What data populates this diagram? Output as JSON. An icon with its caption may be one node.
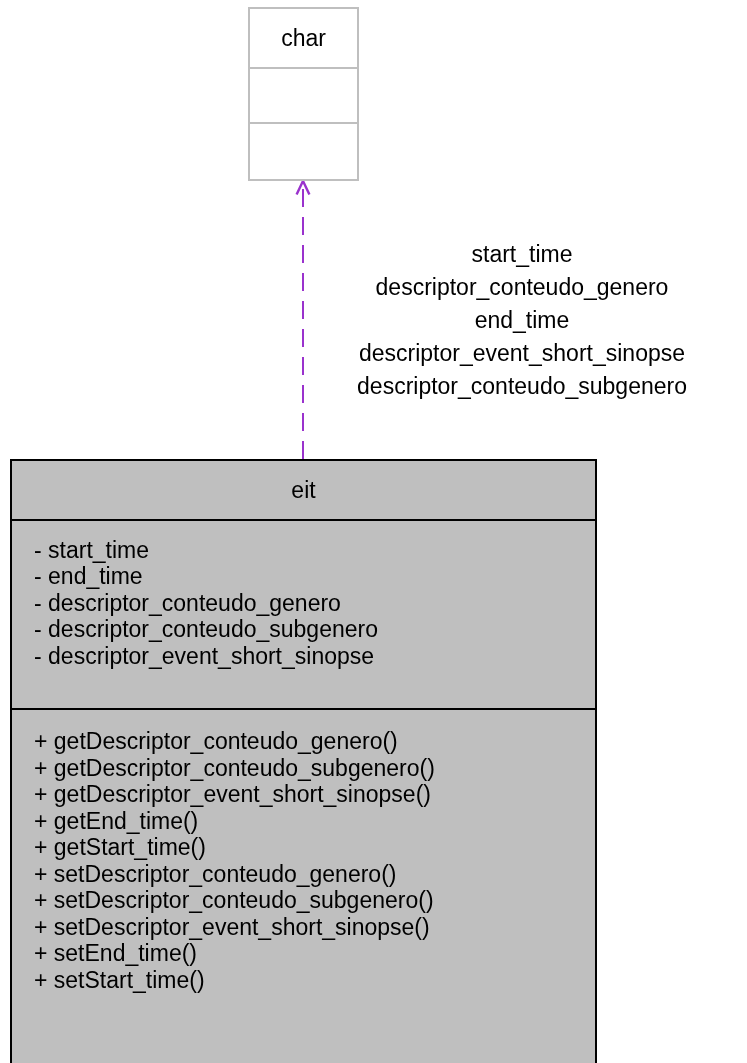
{
  "diagram": {
    "nodes": [
      {
        "text": [
          "char"
        ]
      },
      {
        "text": [
          "eit",
          "- start_time",
          "- end_time",
          "- descriptor_conteudo_genero",
          "- descriptor_conteudo_subgenero",
          "- descriptor_event_short_sinopse",
          "+ getDescriptor_conteudo_genero()",
          "+ getDescriptor_conteudo_subgenero()",
          "+ getDescriptor_event_short_sinopse()",
          "+ getEnd_time()",
          "+ getStart_time()",
          "+ setDescriptor_conteudo_genero()",
          "+ setDescriptor_conteudo_subgenero()",
          "+ setDescriptor_event_short_sinopse()",
          "+ setEnd_time()",
          "+ setStart_time()"
        ]
      }
    ],
    "edges": [
      {
        "from": 1,
        "to": 0,
        "arrow": "to",
        "label": "start_time descriptor_conteudo_genero end_time descriptor_event_short_sinopse descriptor_conteudo_subgenero",
        "style": "dashed",
        "color": "#9a32cd"
      }
    ]
  }
}
